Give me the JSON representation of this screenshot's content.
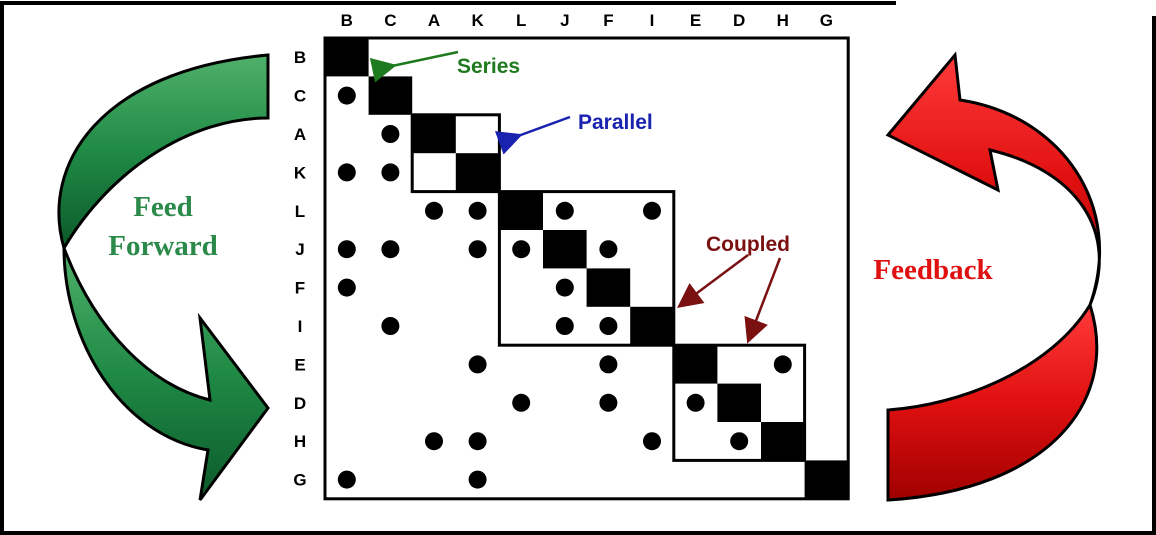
{
  "dsm": {
    "order": [
      "B",
      "C",
      "A",
      "K",
      "L",
      "J",
      "F",
      "I",
      "E",
      "D",
      "H",
      "G"
    ],
    "marks": [
      [
        "C",
        "B"
      ],
      [
        "A",
        "C"
      ],
      [
        "K",
        "B"
      ],
      [
        "K",
        "C"
      ],
      [
        "L",
        "A"
      ],
      [
        "L",
        "K"
      ],
      [
        "L",
        "J"
      ],
      [
        "L",
        "I"
      ],
      [
        "J",
        "B"
      ],
      [
        "J",
        "C"
      ],
      [
        "J",
        "K"
      ],
      [
        "J",
        "L"
      ],
      [
        "J",
        "F"
      ],
      [
        "F",
        "B"
      ],
      [
        "F",
        "J"
      ],
      [
        "I",
        "C"
      ],
      [
        "I",
        "J"
      ],
      [
        "I",
        "F"
      ],
      [
        "E",
        "K"
      ],
      [
        "E",
        "F"
      ],
      [
        "E",
        "H"
      ],
      [
        "D",
        "L"
      ],
      [
        "D",
        "F"
      ],
      [
        "D",
        "E"
      ],
      [
        "H",
        "A"
      ],
      [
        "H",
        "K"
      ],
      [
        "H",
        "I"
      ],
      [
        "H",
        "D"
      ],
      [
        "G",
        "B"
      ],
      [
        "G",
        "K"
      ]
    ],
    "groups": {
      "parallel": [
        "A",
        "K"
      ],
      "coupled_1": [
        "L",
        "J",
        "F",
        "I"
      ],
      "coupled_2": [
        "E",
        "D",
        "H"
      ]
    }
  },
  "annotations": {
    "series": "Series",
    "parallel": "Parallel",
    "coupled": "Coupled"
  },
  "arrows": {
    "feed_forward_line1": "Feed",
    "feed_forward_line2": "Forward",
    "feedback": "Feedback"
  },
  "colors": {
    "series": "#1e7a1e",
    "parallel": "#1a22b0",
    "coupled": "#7a1010",
    "feed_forward": "#2b8a4a",
    "feedback": "#e01010"
  }
}
